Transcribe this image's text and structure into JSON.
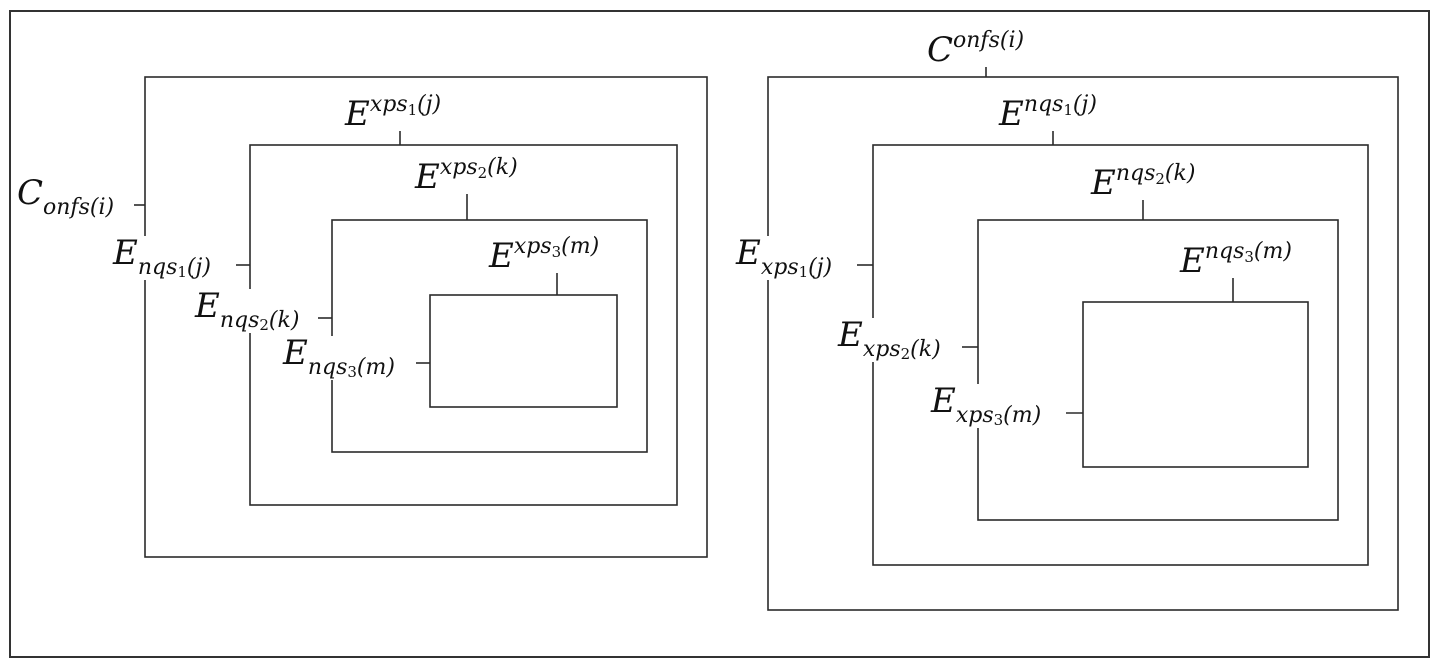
{
  "diagram": {
    "left_panel": {
      "labels": [
        {
          "id": "c",
          "base": "C",
          "script": "onfs",
          "index": "",
          "arg": "(i)",
          "position": "sub"
        },
        {
          "id": "e1",
          "base": "E",
          "script": "nqs",
          "index": "1",
          "arg": "(j)",
          "position": "sub"
        },
        {
          "id": "e2",
          "base": "E",
          "script": "nqs",
          "index": "2",
          "arg": "(k)",
          "position": "sub"
        },
        {
          "id": "e3",
          "base": "E",
          "script": "nqs",
          "index": "3",
          "arg": "(m)",
          "position": "sub"
        },
        {
          "id": "x1",
          "base": "E",
          "script": "xps",
          "index": "1",
          "arg": "(j)",
          "position": "sup"
        },
        {
          "id": "x2",
          "base": "E",
          "script": "xps",
          "index": "2",
          "arg": "(k)",
          "position": "sup"
        },
        {
          "id": "x3",
          "base": "E",
          "script": "xps",
          "index": "3",
          "arg": "(m)",
          "position": "sup"
        }
      ]
    },
    "right_panel": {
      "labels": [
        {
          "id": "c",
          "base": "C",
          "script": "onfs",
          "index": "",
          "arg": "(i)",
          "position": "sup"
        },
        {
          "id": "n1",
          "base": "E",
          "script": "nqs",
          "index": "1",
          "arg": "(j)",
          "position": "sup"
        },
        {
          "id": "n2",
          "base": "E",
          "script": "nqs",
          "index": "2",
          "arg": "(k)",
          "position": "sup"
        },
        {
          "id": "n3",
          "base": "E",
          "script": "nqs",
          "index": "3",
          "arg": "(m)",
          "position": "sup"
        },
        {
          "id": "x1",
          "base": "E",
          "script": "xps",
          "index": "1",
          "arg": "(j)",
          "position": "sub"
        },
        {
          "id": "x2",
          "base": "E",
          "script": "xps",
          "index": "2",
          "arg": "(k)",
          "position": "sub"
        },
        {
          "id": "x3",
          "base": "E",
          "script": "xps",
          "index": "3",
          "arg": "(m)",
          "position": "sub"
        }
      ]
    }
  }
}
